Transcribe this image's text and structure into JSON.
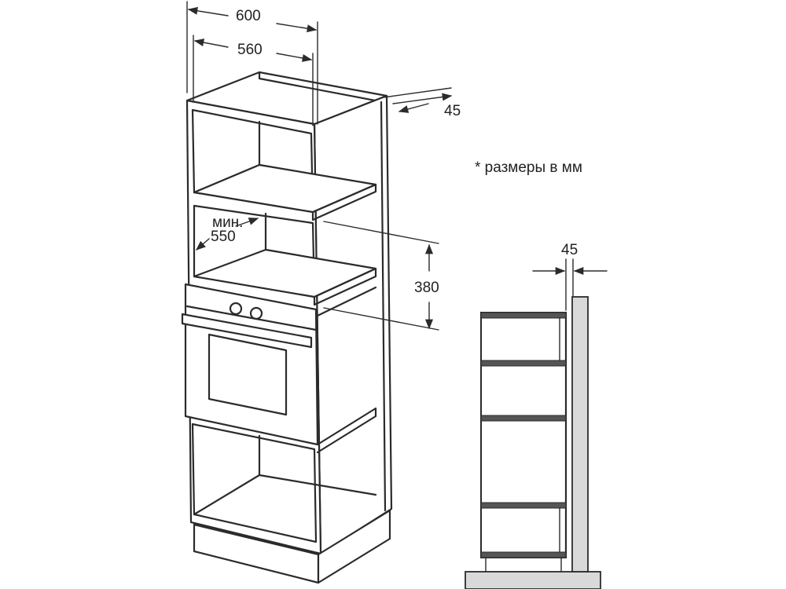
{
  "dimensions": {
    "width_outer": "600",
    "width_inner": "560",
    "depth_gap": "45",
    "min_label": "мин.",
    "min_depth": "550",
    "niche_height": "380",
    "side_gap": "45"
  },
  "note": "* размеры в мм"
}
